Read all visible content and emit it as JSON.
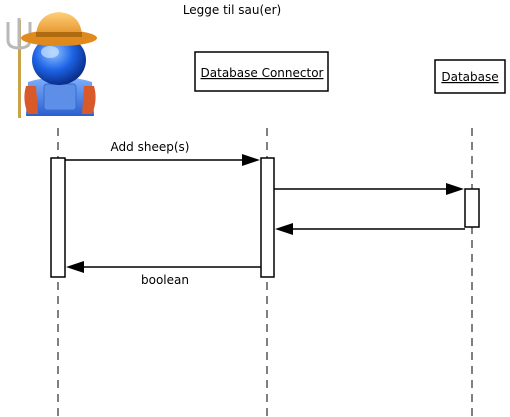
{
  "title": "Legge til sau(er)",
  "participants": {
    "actor": {
      "icon": "farmer-icon"
    },
    "connector": {
      "label": "Database Connector"
    },
    "database": {
      "label": "Database"
    }
  },
  "messages": {
    "add_sheep": "Add sheep(s)",
    "return_boolean": "boolean"
  }
}
